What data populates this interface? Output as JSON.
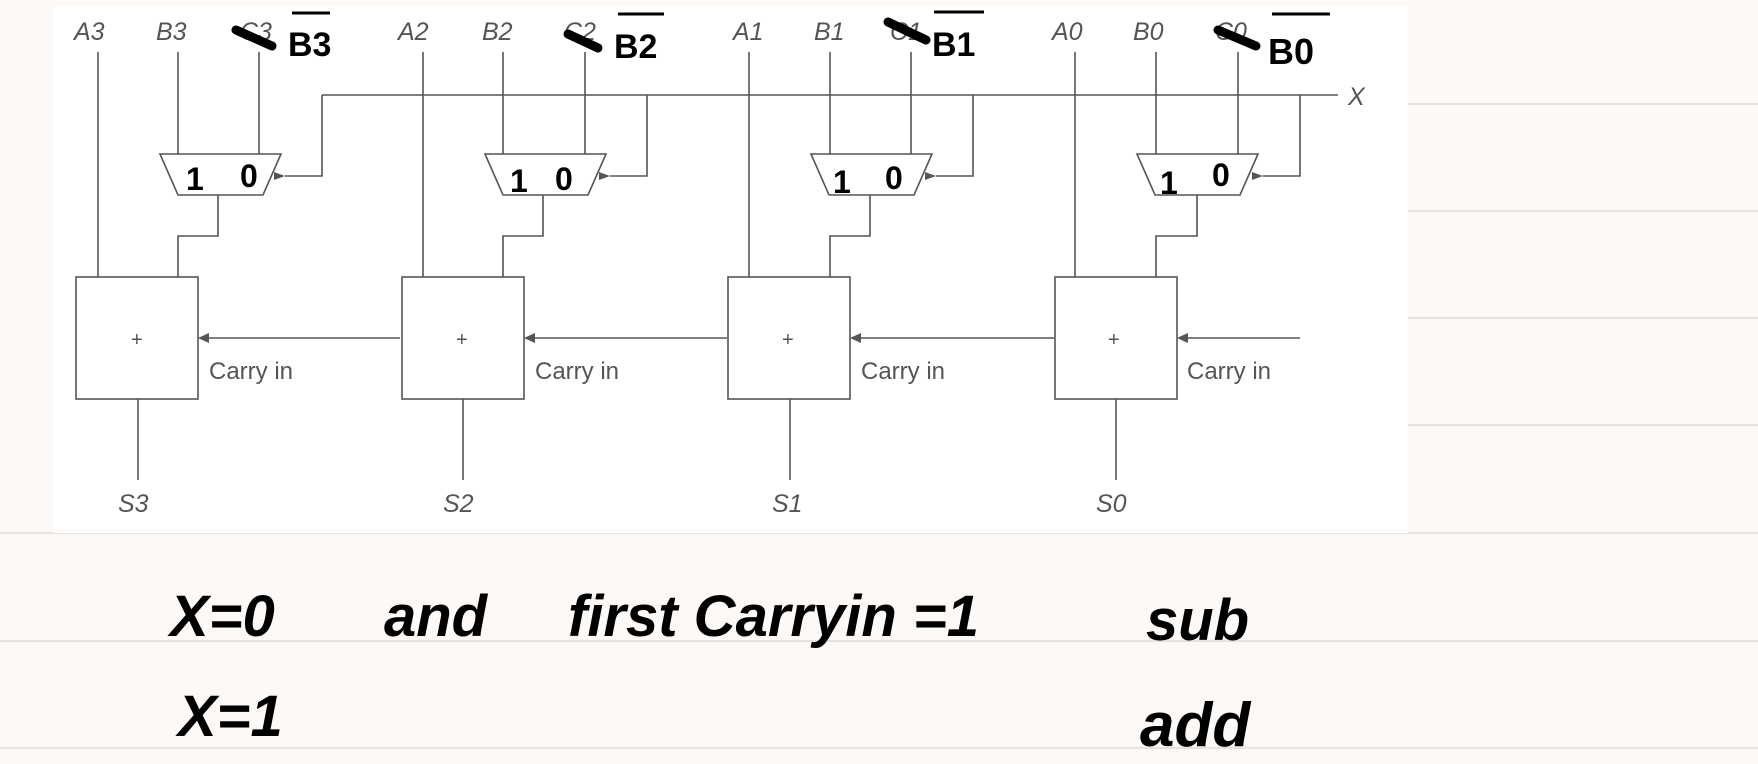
{
  "diagram": {
    "stages": [
      {
        "a_label": "A3",
        "b_label": "B3",
        "c_label": "C3",
        "b_bar_note": "B3",
        "mux_in1": "1",
        "mux_in0": "0",
        "adder_symbol": "+",
        "carry_label": "Carry in",
        "sum_label": "S3"
      },
      {
        "a_label": "A2",
        "b_label": "B2",
        "c_label": "C2",
        "b_bar_note": "B2",
        "mux_in1": "1",
        "mux_in0": "0",
        "adder_symbol": "+",
        "carry_label": "Carry in",
        "sum_label": "S2"
      },
      {
        "a_label": "A1",
        "b_label": "B1",
        "c_label": "C1",
        "b_bar_note": "B1",
        "mux_in1": "1",
        "mux_in0": "0",
        "adder_symbol": "+",
        "carry_label": "Carry in",
        "sum_label": "S1"
      },
      {
        "a_label": "A0",
        "b_label": "B0",
        "c_label": "C0",
        "b_bar_note": "B0",
        "mux_in1": "1",
        "mux_in0": "0",
        "adder_symbol": "+",
        "carry_label": "Carry in",
        "sum_label": "S0"
      }
    ],
    "select_label": "X"
  },
  "notes": {
    "line1_condition": "X=0",
    "line1_and": "and",
    "line1_rest": "first Carryin =1",
    "line1_result": "sub",
    "line2_condition": "X=1",
    "line2_result": "add"
  }
}
